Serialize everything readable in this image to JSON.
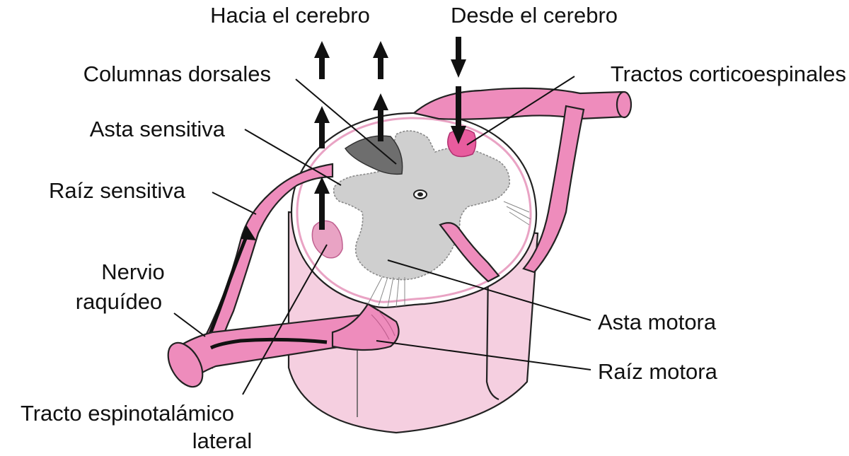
{
  "labels": {
    "to_brain": "Hacia el cerebro",
    "from_brain": "Desde el cerebro",
    "dorsal_columns": "Columnas dorsales",
    "corticospinal_tracts": "Tractos corticoespinales",
    "sensory_horn": "Asta sensitiva",
    "sensory_root": "Raíz sensitiva",
    "spinal_nerve_line1": "Nervio",
    "spinal_nerve_line2": "raquídeo",
    "motor_horn": "Asta motora",
    "motor_root": "Raíz motora",
    "spinothalamic_line1": "Tracto espinotalámico",
    "spinothalamic_line2": "lateral"
  },
  "colors": {
    "cord_pink": "#f5cfe0",
    "root_pink": "#ee8cbc",
    "grey_matter": "#cfcfcf",
    "tract_dark": "#6e6e6e",
    "tract_magenta": "#e85c9e",
    "tract_light": "#e9a3c4",
    "ink": "#111111"
  }
}
